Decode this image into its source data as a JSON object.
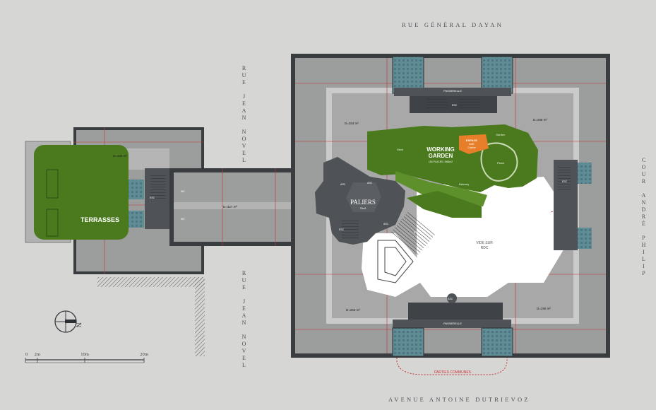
{
  "streets": {
    "north": "RUE GÉNÉRAL DAYAN",
    "south": "AVENUE ANTOINE DUTRIEVOZ",
    "west_top": "RUE JEAN NOVEL",
    "west_bottom": "RUE JEAN NOVEL",
    "east": "COUR ANDRÉ PHILIP"
  },
  "zones": {
    "terrasses": "TERRASSES",
    "working_garden_line1": "WORKING",
    "working_garden_line2": "GARDEN",
    "working_garden_sub": "154 PLACES / 868m2",
    "paliers": "PALIERS",
    "paliers_sub": "70m2",
    "vide": "VIDE SUR",
    "vide_sub": "RDC",
    "partie_commune": "PARTIES COMMUNES",
    "passerelle_top": "PASSERELLE",
    "passerelle_bottom": "PASSERELLE",
    "espace": "ESPACE",
    "espace_sub": "BAR",
    "espace_sub2": "Cuisine",
    "garden_small": "Garden",
    "deck": "Deck",
    "plank": "Plank",
    "balcony": "Balcony"
  },
  "areas": {
    "left_block": "D=189 m²",
    "corridor": "D=327 m²",
    "nw": "D=263 m²",
    "ne": "D=288 m²",
    "sw": "D=263 m²",
    "se": "D=296 m²"
  },
  "stair_labels": [
    "ESC",
    "ESC",
    "ESC",
    "ESC",
    "ESC",
    "ESC"
  ],
  "asc_labels": [
    "ASC",
    "ASC",
    "ASC"
  ],
  "wc_labels": [
    "WC",
    "WC"
  ],
  "compass": {
    "letter": "N"
  },
  "scale": {
    "ticks": [
      "0",
      "2m",
      "10m",
      "20m"
    ],
    "positions": [
      0,
      2,
      10,
      20
    ],
    "max": 20
  },
  "colors": {
    "background": "#d6d7d5",
    "garden": "#4a7a1d",
    "floor": "#9c9d9d",
    "core": "#4f5357",
    "stair_teal": "#5f8c95",
    "accent_orange": "#e77f2a",
    "dimension_red": "#c83232"
  }
}
